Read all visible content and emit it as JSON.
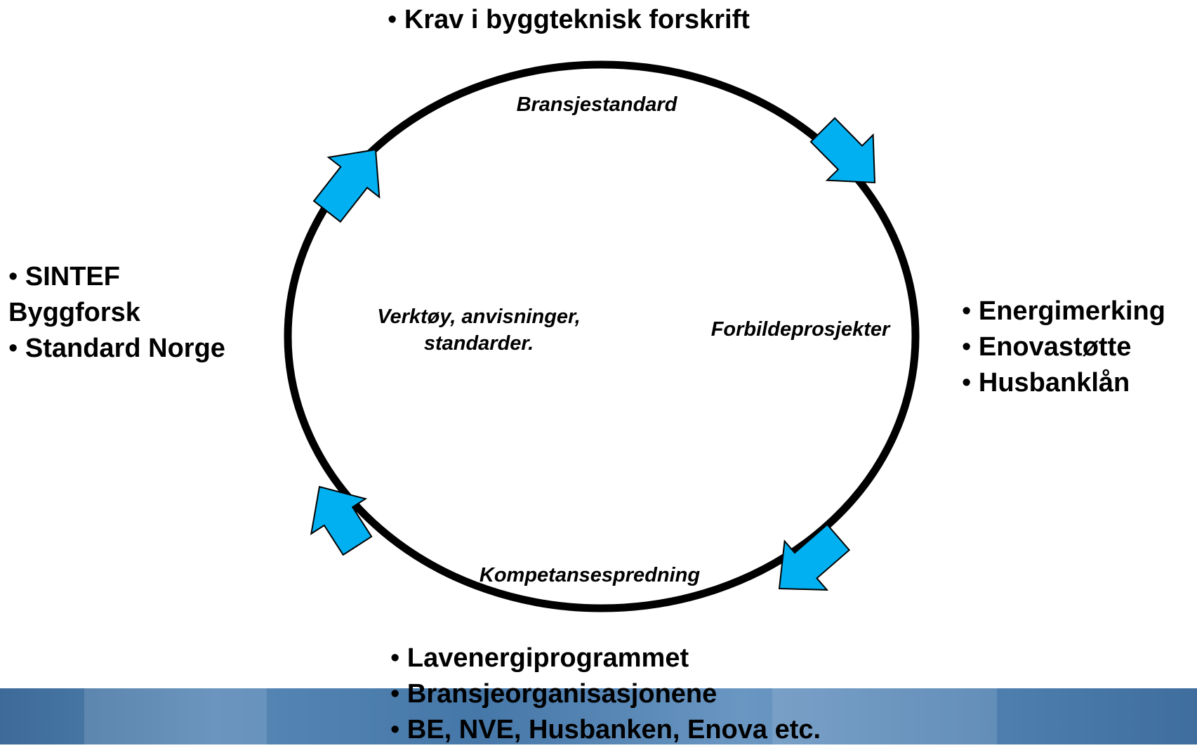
{
  "diagram": {
    "top_group": [
      "Krav i byggteknisk forskrift"
    ],
    "left_group": [
      "SINTEF Byggforsk",
      "Standard Norge"
    ],
    "right_group": [
      "Energimerking",
      "Enovastøtte",
      "Husbanklån"
    ],
    "bottom_group": [
      "Lavenergiprogrammet",
      "Bransjeorganisasjonene",
      "BE, NVE, Husbanken, Enova etc."
    ],
    "cycle_labels": {
      "top": "Bransjestandard",
      "right": "Forbildeprosjekter",
      "bottom": "Kompetansespredning",
      "left_line1": "Verktøy, anvisninger,",
      "left_line2": "standarder."
    },
    "colors": {
      "arrow_fill": "#00b0f0",
      "arrow_stroke": "#000000",
      "cycle_stroke": "#000000",
      "footer_band": "#4f80b0"
    }
  }
}
